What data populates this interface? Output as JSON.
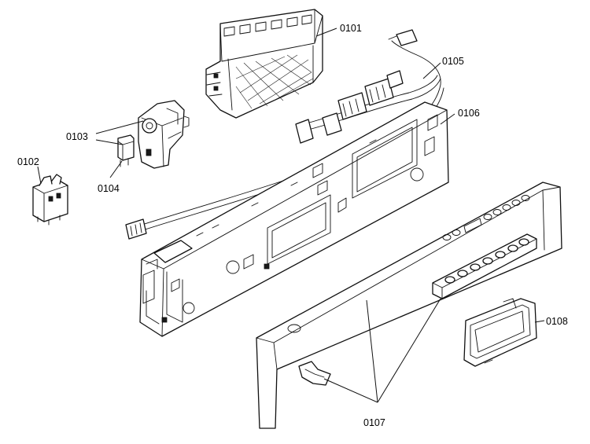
{
  "callouts": {
    "p0101": "0101",
    "p0102": "0102",
    "p0103": "0103",
    "p0104": "0104",
    "p0105": "0105",
    "p0106": "0106",
    "p0107": "0107",
    "p0108": "0108"
  }
}
